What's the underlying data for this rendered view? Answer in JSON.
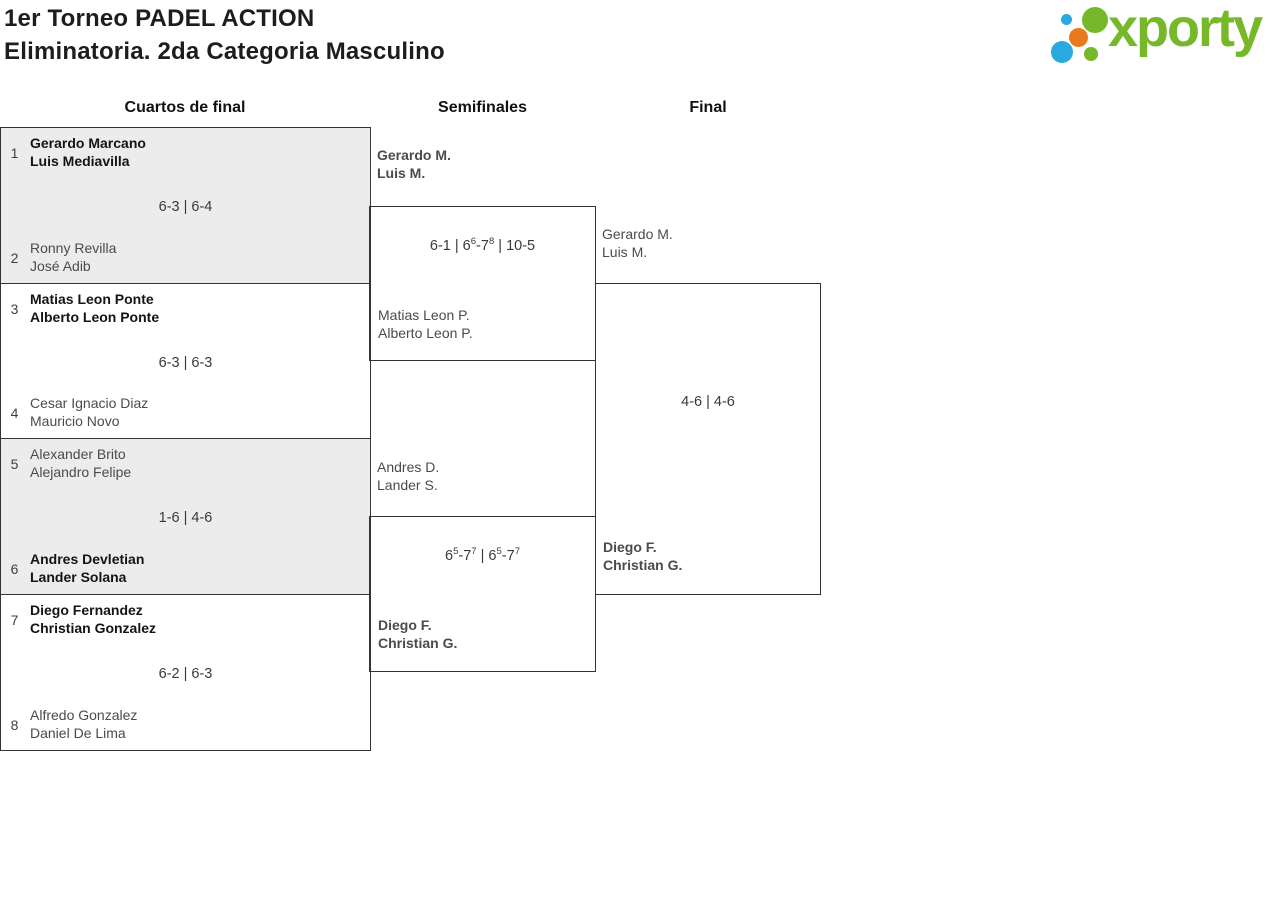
{
  "header": {
    "title_line1": "1er Torneo PADEL ACTION",
    "title_line2": "Eliminatoria. 2da Categoria Masculino",
    "logo_text": "xporty"
  },
  "colors": {
    "logo_green": "#76b82a",
    "logo_blue": "#29a9e0",
    "logo_orange": "#e8791d",
    "box_gray": "#ececec",
    "border": "#333333"
  },
  "rounds": {
    "quarterfinals_label": "Cuartos de final",
    "semifinals_label": "Semifinales",
    "final_label": "Final"
  },
  "bracket": {
    "quarterfinals": [
      {
        "seed1": "1",
        "team1": [
          "Gerardo Marcano",
          "Luis Mediavilla"
        ],
        "team1_winner": true,
        "score": "6-3 | 6-4",
        "seed2": "2",
        "team2": [
          "Ronny Revilla",
          "José Adib"
        ],
        "team2_winner": false
      },
      {
        "seed1": "3",
        "team1": [
          "Matias Leon Ponte",
          "Alberto Leon Ponte"
        ],
        "team1_winner": true,
        "score": "6-3 | 6-3",
        "seed2": "4",
        "team2": [
          "Cesar Ignacio Diaz",
          "Mauricio Novo"
        ],
        "team2_winner": false
      },
      {
        "seed1": "5",
        "team1": [
          "Alexander Brito",
          "Alejandro Felipe"
        ],
        "team1_winner": false,
        "score": "1-6 | 4-6",
        "seed2": "6",
        "team2": [
          "Andres Devletian",
          "Lander Solana"
        ],
        "team2_winner": true
      },
      {
        "seed1": "7",
        "team1": [
          "Diego Fernandez",
          "Christian Gonzalez"
        ],
        "team1_winner": true,
        "score": "6-2 | 6-3",
        "seed2": "8",
        "team2": [
          "Alfredo Gonzalez",
          "Daniel De Lima"
        ],
        "team2_winner": false
      }
    ],
    "semifinals": [
      {
        "team1": [
          "Gerardo M.",
          "Luis M."
        ],
        "team1_winner": true,
        "score": "6-1 | 6^6-7^8 | 10-5",
        "team2": [
          "Matias Leon P.",
          "Alberto Leon P."
        ],
        "team2_winner": false
      },
      {
        "team1": [
          "Andres D.",
          "Lander S."
        ],
        "team1_winner": false,
        "score": "6^5-7^7 | 6^5-7^7",
        "team2": [
          "Diego F.",
          "Christian G."
        ],
        "team2_winner": true
      }
    ],
    "final": {
      "team1": [
        "Gerardo M.",
        "Luis M."
      ],
      "team1_winner": false,
      "score": "4-6 | 4-6",
      "team2": [
        "Diego F.",
        "Christian G."
      ],
      "team2_winner": true
    }
  }
}
